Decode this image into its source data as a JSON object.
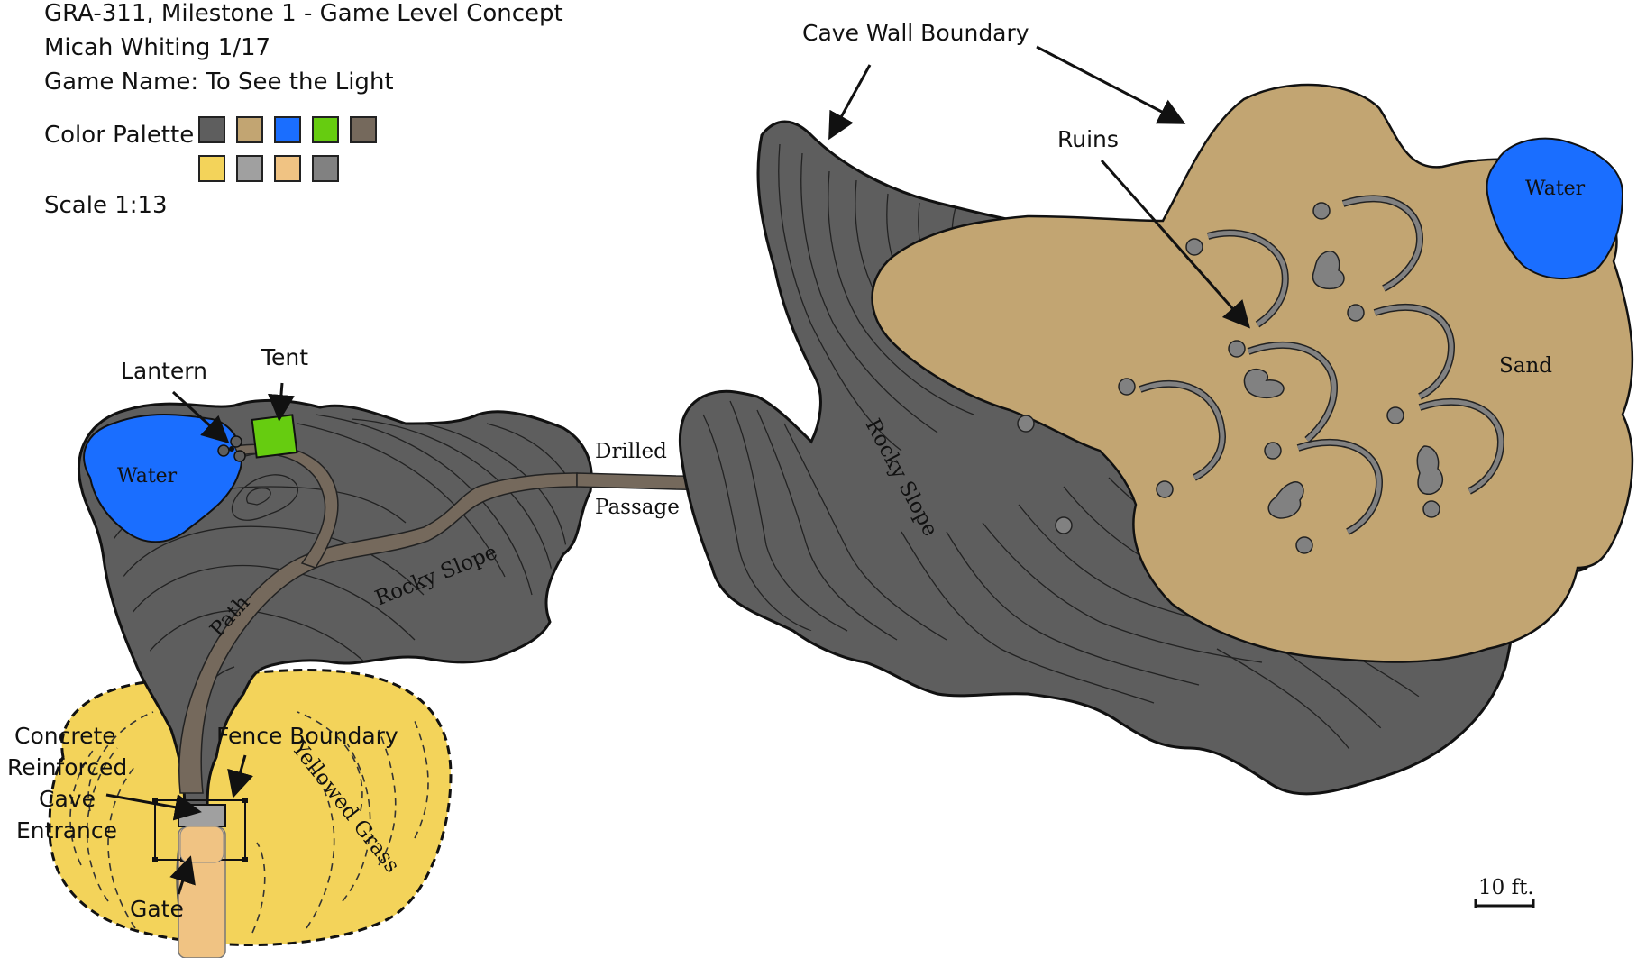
{
  "header": {
    "title": "GRA-311, Milestone 1 - Game Level Concept",
    "author_date": "Micah Whiting 1/17",
    "game_name": "Game Name: To See the Light",
    "palette_label": "Color Palette",
    "scale": "Scale 1:13"
  },
  "palette": {
    "row1": [
      "#5e5e5e",
      "#c2a572",
      "#1a6eff",
      "#66cc10",
      "#75695c"
    ],
    "row2": [
      "#f3d35a",
      "#a0a0a0",
      "#f0c383",
      "#818181"
    ]
  },
  "colors": {
    "rock": "#5e5e5e",
    "sand": "#c2a572",
    "water": "#1a6eff",
    "tent": "#66cc10",
    "path": "#75695c",
    "grass": "#f3d35a",
    "concrete": "#a0a0a0",
    "gate_path": "#f0c383",
    "ruins": "#818181"
  },
  "labels": {
    "cave_wall_boundary": "Cave Wall Boundary",
    "ruins": "Ruins",
    "water_right": "Water",
    "sand": "Sand",
    "rocky_slope_right": "Rocky Slope",
    "drilled": "Drilled",
    "passage": "Passage",
    "lantern": "Lantern",
    "tent": "Tent",
    "water_left": "Water",
    "path": "Path",
    "rocky_slope_left": "Rocky Slope",
    "concrete_1": "Concrete",
    "concrete_2": "Reinforced",
    "concrete_3": "Cave",
    "concrete_4": "Entrance",
    "fence_boundary": "Fence Boundary",
    "yellowed_grass": "Yellowed Grass",
    "gate": "Gate",
    "scale_bar": "10 ft."
  }
}
